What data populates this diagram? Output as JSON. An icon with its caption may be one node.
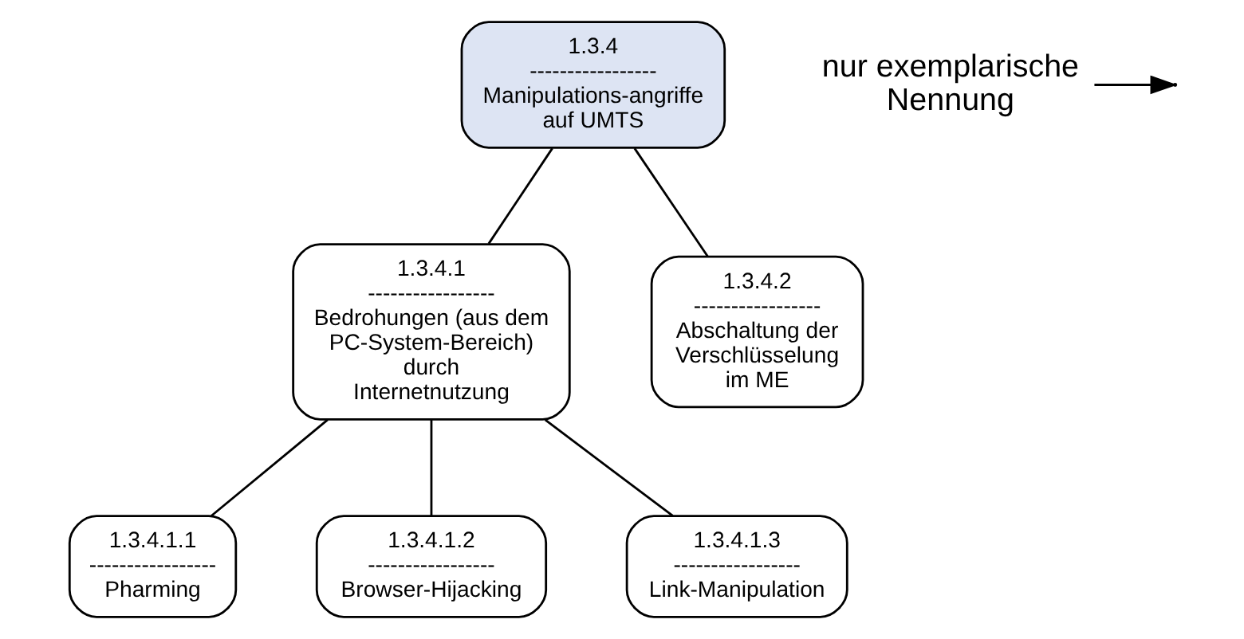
{
  "diagram": {
    "nodes": [
      {
        "text": [
          "1.3.4",
          "-----------------",
          "Manipulations-angriffe auf UMTS"
        ]
      },
      {
        "text": [
          "1.3.4.1",
          "-----------------",
          "Bedrohungen (aus dem PC-System-Bereich) durch Internetnutzung"
        ]
      },
      {
        "text": [
          "1.3.4.2",
          "-----------------",
          "Abschaltung der Verschlüsselung im ME"
        ]
      },
      {
        "text": [
          "1.3.4.1.1",
          "-----------------",
          "Pharming"
        ]
      },
      {
        "text": [
          "1.3.4.1.2",
          "-----------------",
          "Browser-Hijacking"
        ]
      },
      {
        "text": [
          "1.3.4.1.3",
          "-----------------",
          "Link-Manipulation"
        ]
      },
      {
        "text": [
          "nur exemplarische Nennung"
        ]
      }
    ],
    "edges": [
      {
        "from": 0,
        "to": 1,
        "arrow": "none"
      },
      {
        "from": 0,
        "to": 2,
        "arrow": "none"
      },
      {
        "from": 1,
        "to": 3,
        "arrow": "none"
      },
      {
        "from": 1,
        "to": 4,
        "arrow": "none"
      },
      {
        "from": 1,
        "to": 5,
        "arrow": "none"
      },
      {
        "from": 6,
        "to": null,
        "arrow": "to"
      }
    ]
  }
}
